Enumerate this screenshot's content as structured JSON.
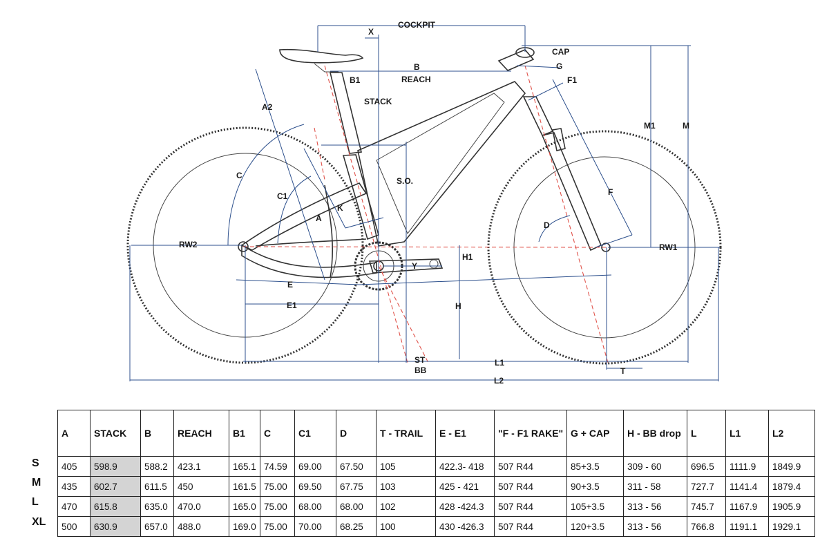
{
  "diagram": {
    "labels": {
      "cockpit": "COCKPIT",
      "x": "X",
      "cap": "CAP",
      "b": "B",
      "reach": "REACH",
      "g": "G",
      "b1": "B1",
      "f1": "F1",
      "a2": "A2",
      "stack": "STACK",
      "m1": "M1",
      "m": "M",
      "c": "C",
      "so": "S.O.",
      "c1": "C1",
      "k": "K",
      "a": "A",
      "f": "F",
      "d": "D",
      "rw2": "RW2",
      "rw1": "RW1",
      "h1": "H1",
      "y": "Y",
      "e": "E",
      "h": "H",
      "e1": "E1",
      "st": "ST",
      "bb": "BB",
      "l1": "L1",
      "t": "T",
      "l2": "L2"
    }
  },
  "table": {
    "headers": [
      "A",
      "STACK",
      "B",
      "REACH",
      "B1",
      "C",
      "C1",
      "D",
      "T - TRAIL",
      "E - E1",
      "\"F - F1 RAKE\"",
      "G + CAP",
      "H - BB drop",
      "L",
      "L1",
      "L2"
    ],
    "rows": [
      {
        "size": "S",
        "cells": [
          "405",
          "598.9",
          "588.2",
          "423.1",
          "165.1",
          "74.59",
          "69.00",
          "67.50",
          "105",
          "422.3- 418",
          "507 R44",
          "85+3.5",
          "309 - 60",
          "696.5",
          "1111.9",
          "1849.9"
        ]
      },
      {
        "size": "M",
        "cells": [
          "435",
          "602.7",
          "611.5",
          "450",
          "161.5",
          "75.00",
          "69.50",
          "67.75",
          "103",
          "425 - 421",
          "507 R44",
          "90+3.5",
          "311 - 58",
          "727.7",
          "1141.4",
          "1879.4"
        ]
      },
      {
        "size": "L",
        "cells": [
          "470",
          "615.8",
          "635.0",
          "470.0",
          "165.0",
          "75.00",
          "68.00",
          "68.00",
          "102",
          "428 -424.3",
          "507 R44",
          "105+3.5",
          "313 - 56",
          "745.7",
          "1167.9",
          "1905.9"
        ]
      },
      {
        "size": "XL",
        "cells": [
          "500",
          "630.9",
          "657.0",
          "488.0",
          "169.0",
          "75.00",
          "70.00",
          "68.25",
          "100",
          "430 -426.3",
          "507 R44",
          "120+3.5",
          "313 - 56",
          "766.8",
          "1191.1",
          "1929.1"
        ]
      }
    ]
  }
}
